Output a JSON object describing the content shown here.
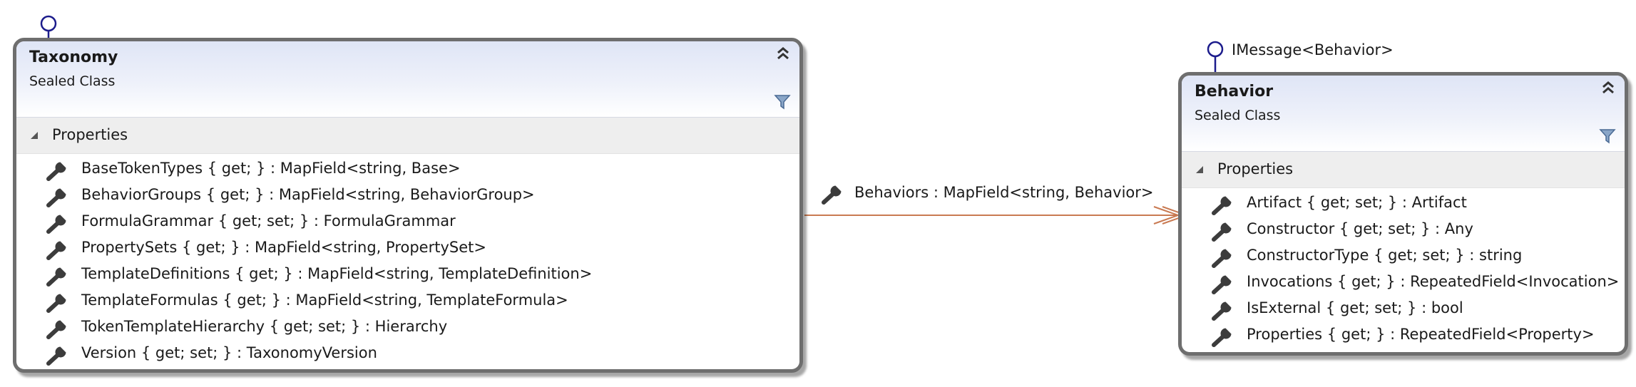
{
  "taxonomy": {
    "name": "Taxonomy",
    "stereotype": "Sealed Class",
    "compartment": "Properties",
    "members": [
      "BaseTokenTypes { get; } : MapField<string, Base>",
      "BehaviorGroups { get; } : MapField<string, BehaviorGroup>",
      "FormulaGrammar { get; set; } : FormulaGrammar",
      "PropertySets { get; } : MapField<string, PropertySet>",
      "TemplateDefinitions { get; } : MapField<string, TemplateDefinition>",
      "TemplateFormulas { get; } : MapField<string, TemplateFormula>",
      "TokenTemplateHierarchy { get; set; } : Hierarchy",
      "Version { get; set; } : TaxonomyVersion"
    ]
  },
  "behavior": {
    "name": "Behavior",
    "stereotype": "Sealed Class",
    "interface": "IMessage<Behavior>",
    "compartment": "Properties",
    "members": [
      "Artifact { get; set; } : Artifact",
      "Constructor { get; set; } : Any",
      "ConstructorType { get; set; } : string",
      "Invocations { get; } : RepeatedField<Invocation>",
      "IsExternal { get; set; } : bool",
      "Properties { get; } : RepeatedField<Property>"
    ]
  },
  "association": {
    "label": "Behaviors : MapField<string, Behavior>",
    "color": "#c97a52"
  },
  "icons": {
    "collapse": "double-chevron-up-icon",
    "filter": "filter-icon",
    "member": "wrench-icon",
    "expander": "triangle-expander-icon",
    "interface": "lollipop-interface-icon"
  }
}
